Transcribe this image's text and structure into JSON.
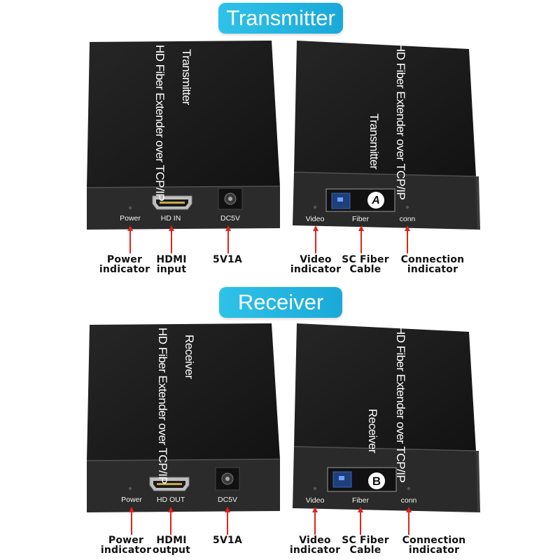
{
  "sections": {
    "transmitter_title": "Transmitter",
    "receiver_title": "Receiver"
  },
  "transmitter_front": {
    "label_line1": "HD Fiber Extender over TCP/IP",
    "label_line2": "Transmitter",
    "ports": {
      "power": "Power",
      "hdmi": "HD IN",
      "dc": "DC5V"
    },
    "captions": {
      "power": [
        "Power",
        "indicator"
      ],
      "hdmi": [
        "HDMI",
        "input"
      ],
      "dc": [
        "5V1A"
      ]
    }
  },
  "transmitter_back": {
    "label_line1": "HD Fiber Extender over TCP/IP",
    "label_line2": "Transmitter",
    "fiber_badge": "A",
    "ports": {
      "video": "Video",
      "fiber": "Fiber",
      "conn": "conn"
    },
    "captions": {
      "video": [
        "Video",
        "indicator"
      ],
      "fiber": [
        "SC Fiber",
        "Cable"
      ],
      "conn": [
        "Connection",
        "indicator"
      ]
    }
  },
  "receiver_front": {
    "label_line1": "HD Fiber Extender over TCP/IP",
    "label_line2": "Receiver",
    "ports": {
      "power": "Power",
      "hdmi": "HD OUT",
      "dc": "DC5V"
    },
    "captions": {
      "power": [
        "Power",
        "indicator"
      ],
      "hdmi": [
        "HDMI",
        "output"
      ],
      "dc": [
        "5V1A"
      ]
    }
  },
  "receiver_back": {
    "label_line1": "HD Fiber Extender over TCP/IP",
    "label_line2": "Receiver",
    "fiber_badge": "B",
    "ports": {
      "video": "Video",
      "fiber": "Fiber",
      "conn": "conn"
    },
    "captions": {
      "video": [
        "Video",
        "indicator"
      ],
      "fiber": [
        "SC Fiber",
        "Cable"
      ],
      "conn": [
        "Connection",
        "indicator"
      ]
    }
  },
  "colors": {
    "pill": "#22b6e0",
    "device_top": "#1c1c1c",
    "device_face": "#2a2a2a",
    "arrow": "#e0241b"
  }
}
